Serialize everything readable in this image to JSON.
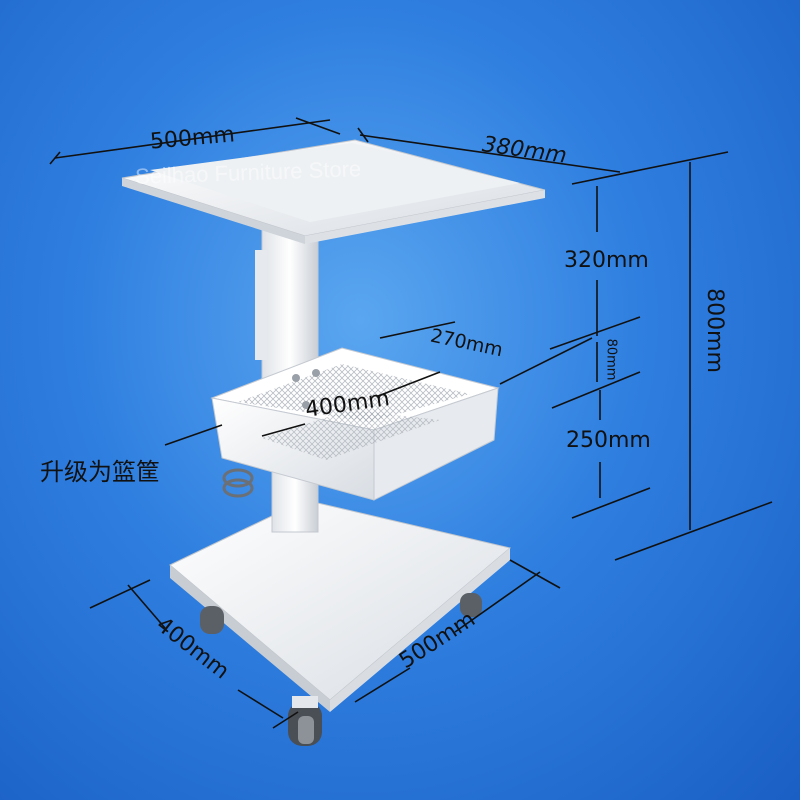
{
  "watermark": "Seilhao Furniture Store",
  "dimensions": {
    "top_width": "500mm",
    "top_depth": "380mm",
    "top_to_basket": "320mm",
    "total_height": "800mm",
    "basket_depth": "270mm",
    "basket_height": "80mm",
    "basket_width": "400mm",
    "basket_to_base": "250mm",
    "base_depth": "400mm",
    "base_width": "500mm"
  },
  "upgrade_note": "升级为篮筐",
  "colors": {
    "background": "#2f7fe0",
    "cart": "#f2f4f6",
    "line": "#111111"
  }
}
